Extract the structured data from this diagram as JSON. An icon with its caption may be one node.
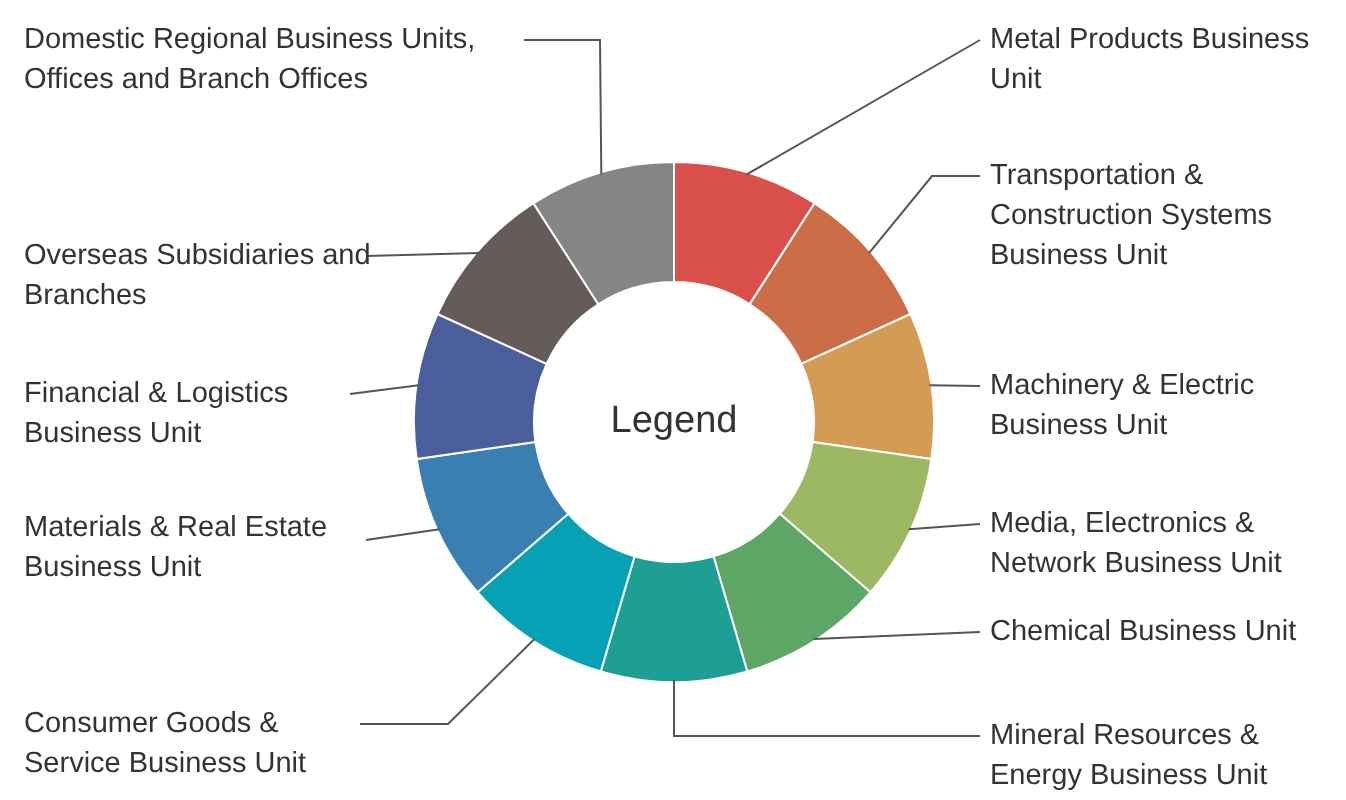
{
  "diagram": {
    "nodes": [
      {
        "text": [
          "Metal Products Business Unit"
        ]
      },
      {
        "text": [
          "Transportation & Construction Systems Business Unit"
        ]
      },
      {
        "text": [
          "Machinery & Electric Business Unit"
        ]
      },
      {
        "text": [
          "Media, Electronics & Network Business Unit"
        ]
      },
      {
        "text": [
          "Chemical Business Unit"
        ]
      },
      {
        "text": [
          "Mineral Resources & Energy Business Unit"
        ]
      },
      {
        "text": [
          "Consumer Goods & Service Business Unit"
        ]
      },
      {
        "text": [
          "Materials & Real Estate Business Unit"
        ]
      },
      {
        "text": [
          "Financial & Logistics Business Unit"
        ]
      },
      {
        "text": [
          "Overseas Subsidiaries and Branches"
        ]
      },
      {
        "text": [
          "Domestic Regional Business Units, Offices and Branch Offices"
        ]
      },
      {
        "text": [],
        "shape": "wedge"
      },
      {
        "text": [],
        "shape": "wedge"
      },
      {
        "text": [],
        "shape": "wedge"
      },
      {
        "text": [],
        "shape": "wedge"
      },
      {
        "text": [],
        "shape": "wedge"
      },
      {
        "text": [],
        "shape": "wedge"
      },
      {
        "text": [],
        "shape": "wedge"
      },
      {
        "text": [],
        "shape": "wedge"
      },
      {
        "text": [],
        "shape": "wedge"
      },
      {
        "text": [],
        "shape": "wedge"
      },
      {
        "text": [],
        "shape": "wedge"
      }
    ],
    "edges": [
      {
        "from": 0,
        "to": 11,
        "arrow": "none"
      },
      {
        "from": 1,
        "to": 12,
        "arrow": "none"
      },
      {
        "from": 2,
        "to": 13,
        "arrow": "none"
      },
      {
        "from": 3,
        "to": 14,
        "arrow": "none"
      },
      {
        "from": 4,
        "to": 15,
        "arrow": "none"
      },
      {
        "from": 5,
        "to": 16,
        "arrow": "none"
      },
      {
        "from": 6,
        "to": 17,
        "arrow": "none"
      },
      {
        "from": 7,
        "to": 18,
        "arrow": "none"
      },
      {
        "from": 8,
        "to": 19,
        "arrow": "none"
      },
      {
        "from": 9,
        "to": 20,
        "arrow": "none"
      },
      {
        "from": 10,
        "to": 21,
        "arrow": "none"
      }
    ],
    "labels": [
      "Legend"
    ]
  }
}
